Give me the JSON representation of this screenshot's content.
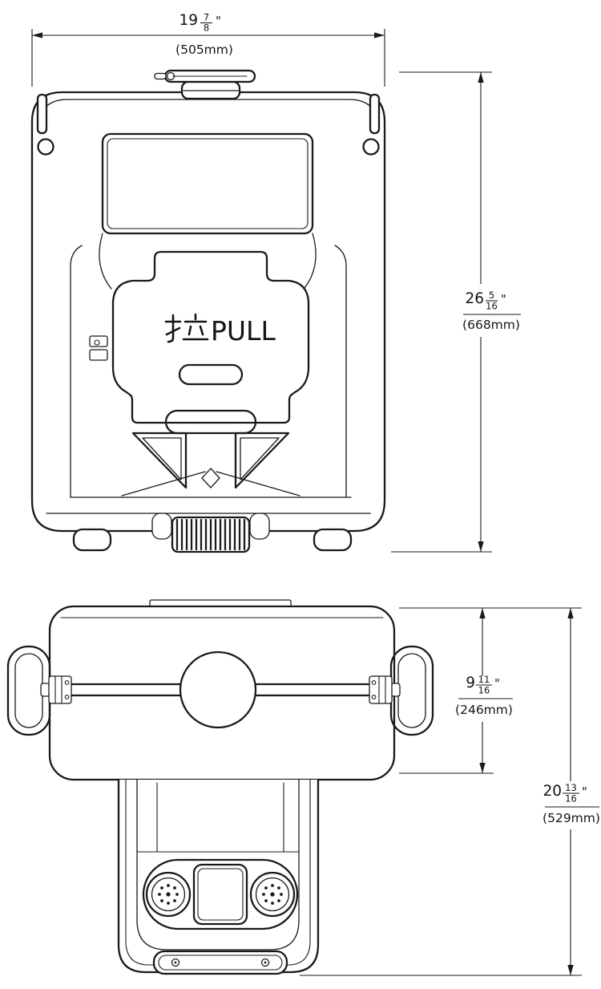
{
  "page": {
    "background": "#ffffff",
    "line_color": "#1a1a1a"
  },
  "product": {
    "front_label": {
      "full": "拉PULL",
      "hanzi": "拉",
      "latin": "PULL"
    }
  },
  "dimensions": {
    "width": {
      "whole": "19",
      "numerator": "7",
      "denominator": "8",
      "unit": "\"",
      "metric": "(505mm)"
    },
    "height": {
      "whole": "26",
      "numerator": "5",
      "denominator": "16",
      "unit": "\"",
      "metric": "(668mm)"
    },
    "depth": {
      "whole": "9",
      "numerator": "11",
      "denominator": "16",
      "unit": "\"",
      "metric": "(246mm)"
    },
    "overall_depth": {
      "whole": "20",
      "numerator": "13",
      "denominator": "16",
      "unit": "\"",
      "metric": "(529mm)"
    }
  }
}
